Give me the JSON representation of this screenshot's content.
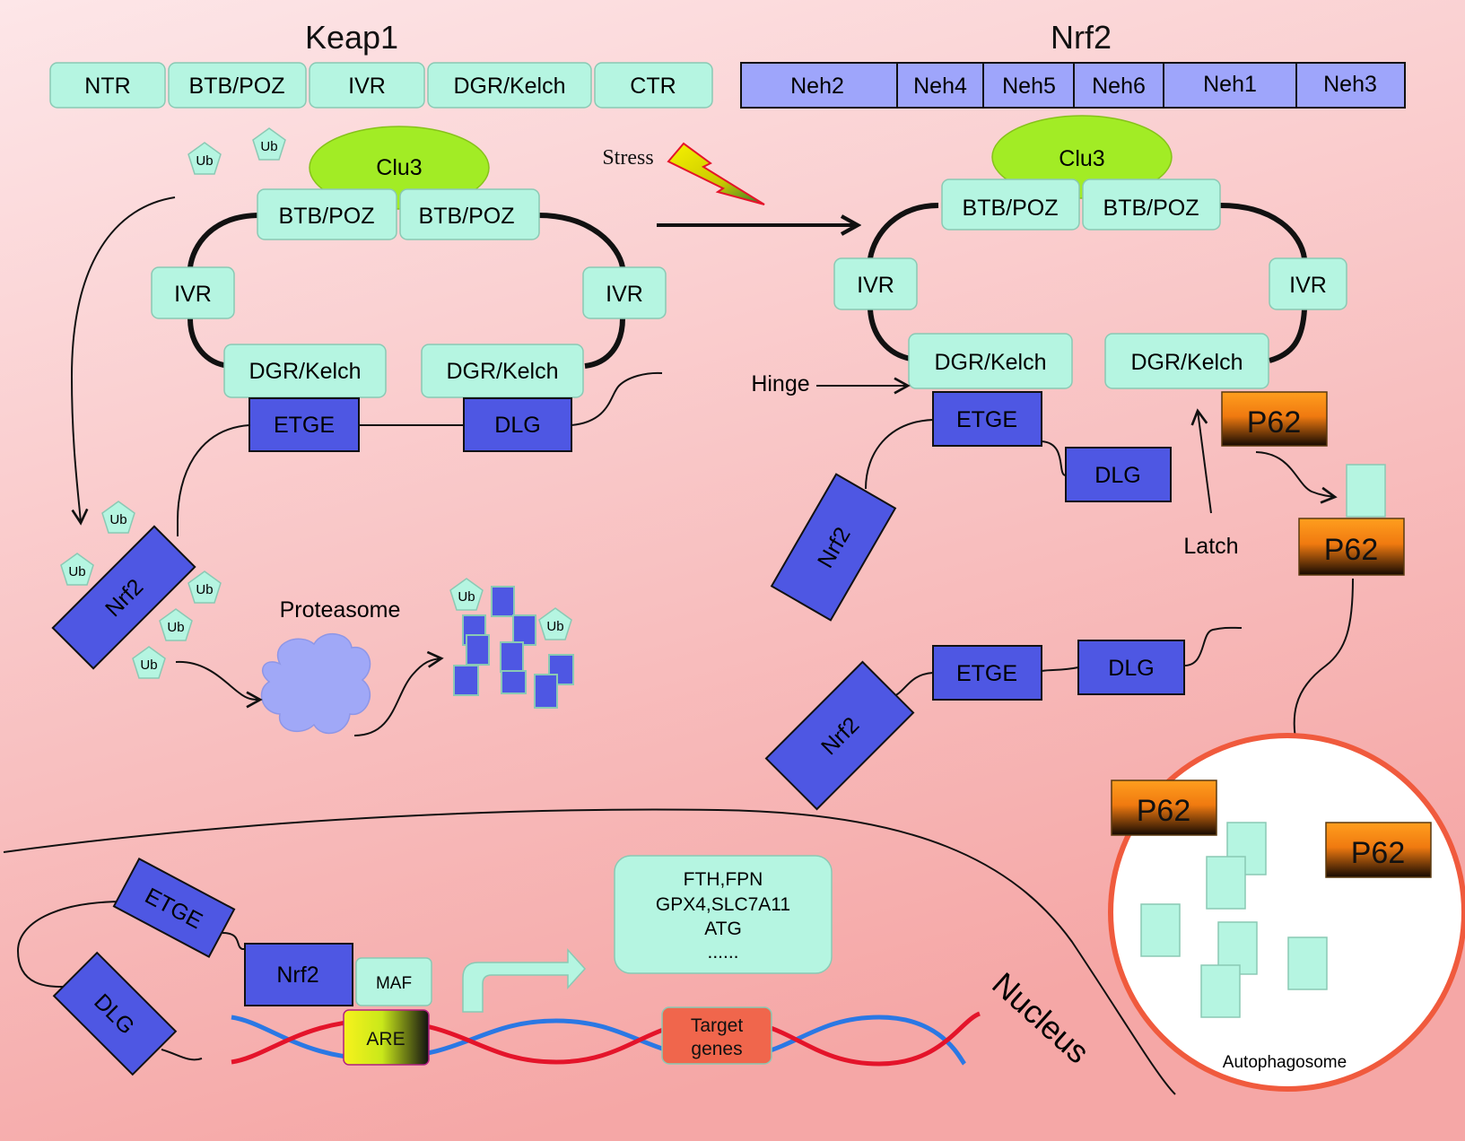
{
  "colors": {
    "background_top": "#fde0e2",
    "background_bottom": "#f6a9a9",
    "domain_fill": "#b5f5e1",
    "domain_stroke": "#8ac9b4",
    "nrf2_fill": "#4e57e3",
    "nrf2_domain_fill": "#9ea5fb",
    "clu3_fill": "#a2ec25",
    "proteasome_fill": "#a0a8f7",
    "p62_top": "#ff9a1a",
    "p62_bottom": "#1a0d00",
    "autophagosome_stroke": "#f05a3d",
    "target_genes_fill": "#f0664c",
    "dna_blue": "#2b78e4",
    "dna_red": "#e4142a"
  },
  "keap1_bar": {
    "title": "Keap1",
    "domains": [
      "NTR",
      "BTB/POZ",
      "IVR",
      "DGR/Kelch",
      "CTR"
    ]
  },
  "nrf2_bar": {
    "title": "Nrf2",
    "domains": [
      "Neh2",
      "Neh4",
      "Neh5",
      "Neh6",
      "Neh1",
      "Neh3"
    ]
  },
  "left_complex": {
    "clu3": "Clu3",
    "btb_left": "BTB/POZ",
    "btb_right": "BTB/POZ",
    "ivr_left": "IVR",
    "ivr_right": "IVR",
    "dgr_left": "DGR/Kelch",
    "dgr_right": "DGR/Kelch",
    "etge": "ETGE",
    "dlg": "DLG",
    "nrf2": "Nrf2",
    "ub": "Ub",
    "proteasome": "Proteasome"
  },
  "stress_label": "Stress",
  "right_complex": {
    "clu3": "Clu3",
    "btb_left": "BTB/POZ",
    "btb_right": "BTB/POZ",
    "ivr_left": "IVR",
    "ivr_right": "IVR",
    "dgr_left": "DGR/Kelch",
    "dgr_right": "DGR/Kelch",
    "hinge": "Hinge",
    "latch": "Latch",
    "etge": "ETGE",
    "dlg": "DLG",
    "nrf2": "Nrf2",
    "p62": "P62"
  },
  "free_nrf2": {
    "etge": "ETGE",
    "dlg": "DLG",
    "nrf2": "Nrf2"
  },
  "autophagosome": {
    "label": "Autophagosome",
    "p62": "P62"
  },
  "nucleus": {
    "label": "Nucleus",
    "etge": "ETGE",
    "dlg": "DLG",
    "nrf2": "Nrf2",
    "maf": "MAF",
    "are": "ARE",
    "target_genes_line1": "Target",
    "target_genes_line2": "genes",
    "genes": [
      "FTH,FPN",
      "GPX4,SLC7A11",
      "ATG",
      "......"
    ]
  }
}
